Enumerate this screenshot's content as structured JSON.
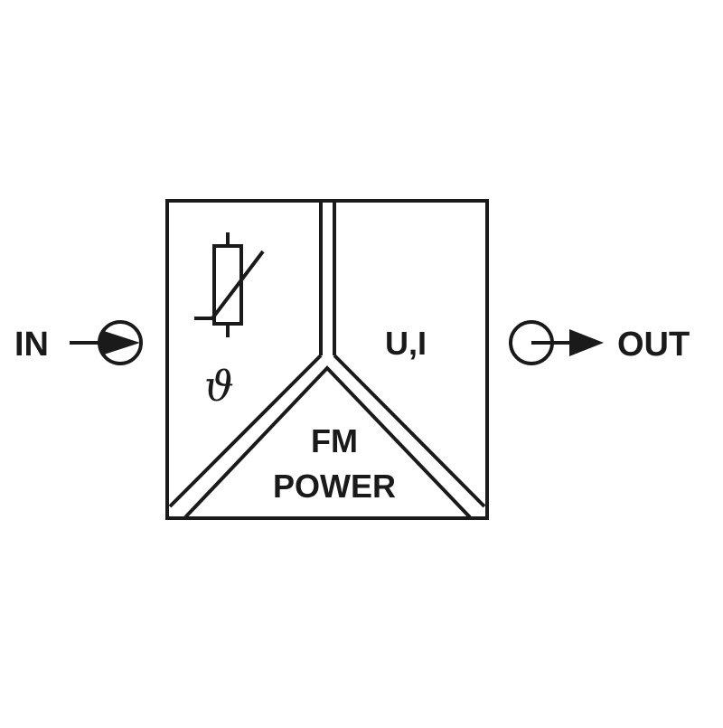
{
  "labels": {
    "input": "IN",
    "output": "OUT",
    "signal": "U,I",
    "temperature_symbol": "ϑ",
    "module_line1": "FM",
    "module_line2": "POWER"
  },
  "icons": {
    "input_connector": "arrow-into-circle-icon",
    "output_connector": "arrow-out-of-circle-icon",
    "sensor": "thermistor-resistor-icon"
  },
  "colors": {
    "stroke": "#1a1a1a",
    "background": "#ffffff"
  }
}
